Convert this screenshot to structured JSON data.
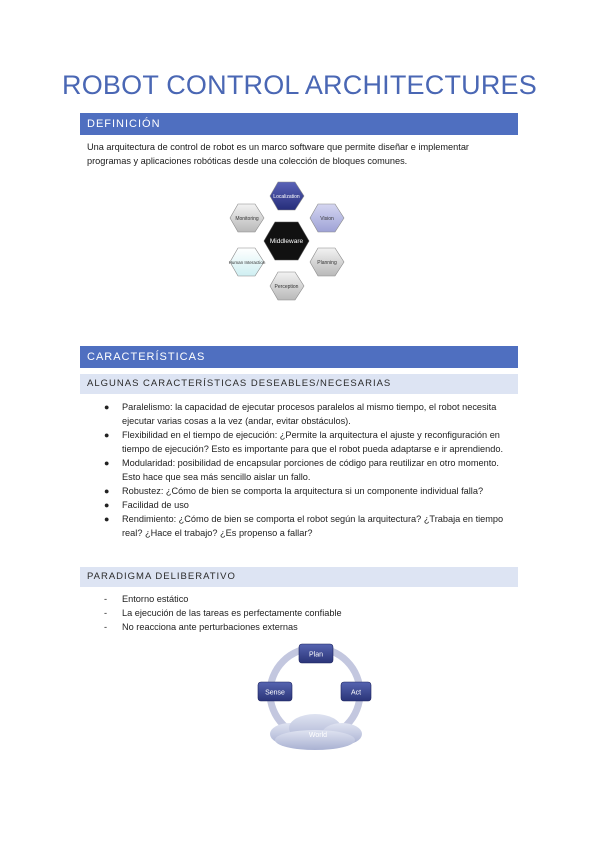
{
  "title": "ROBOT CONTROL ARCHITECTURES",
  "definicion": {
    "heading": "DEFINICIÓN",
    "text": "Una arquitectura de control de robot es un marco software que permite diseñar e implementar programas y aplicaciones robóticas desde una colección de bloques comunes."
  },
  "puzzle": {
    "center": "Middleware",
    "pieces": [
      "Localization",
      "Vision",
      "Planning",
      "Perception",
      "Human Interaction",
      "Monitoring"
    ]
  },
  "caracteristicas": {
    "heading": "CARACTERÍSTICAS",
    "subheading": "ALGUNAS CARACTERÍSTICAS DESEABLES/NECESARIAS",
    "items": [
      "Paralelismo: la capacidad de ejecutar procesos paralelos al mismo tiempo, el robot necesita ejecutar varias cosas a la vez (andar, evitar obstáculos).",
      "Flexibilidad en el tiempo de ejecución: ¿Permite la arquitectura el ajuste y reconfiguración en tiempo de ejecución? Esto es importante para que el robot pueda adaptarse e ir aprendiendo.",
      "Modularidad: posibilidad de encapsular porciones de código para reutilizar en otro momento. Esto hace que sea más sencillo aislar un fallo.",
      "Robustez: ¿Cómo de bien se comporta la arquitectura si un componente individual falla?",
      "Facilidad de uso",
      "Rendimiento: ¿Cómo de bien se comporta el robot según la arquitectura? ¿Trabaja en tiempo real? ¿Hace el trabajo? ¿Es propenso a fallar?"
    ]
  },
  "deliberativo": {
    "heading": "PARADIGMA DELIBERATIVO",
    "items": [
      "Entorno estático",
      "La ejecución de las tareas es perfectamente confiable",
      "No reacciona ante perturbaciones externas"
    ]
  },
  "cycle": {
    "plan": "Plan",
    "act": "Act",
    "sense": "Sense",
    "world": "World"
  },
  "colors": {
    "accent": "#4f6fc0",
    "title": "#4a67b4",
    "subband": "#dde4f3",
    "node": "#34408a"
  }
}
